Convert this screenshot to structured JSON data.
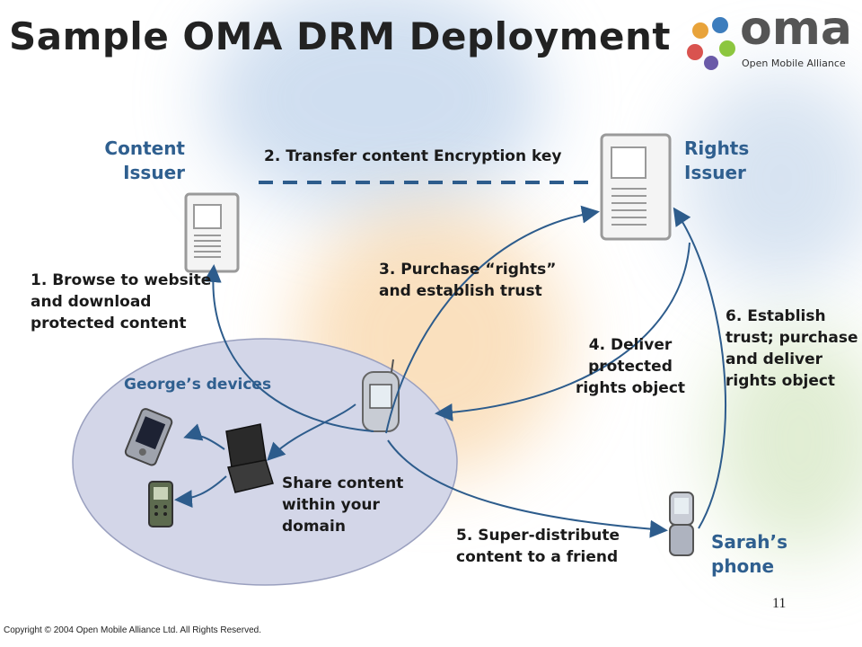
{
  "title": "Sample OMA DRM Deployment",
  "logo": {
    "wordmark": "oma",
    "subtitle": "Open Mobile Alliance",
    "colors": [
      "#e8a33a",
      "#3d7dbd",
      "#8cc63f",
      "#d9534f"
    ]
  },
  "nodes": {
    "content_issuer": "Content\nIssuer",
    "rights_issuer": "Rights\nIssuer",
    "georges_devices": "George’s devices",
    "sarahs_phone": "Sarah’s\nphone"
  },
  "steps": {
    "s1": "1. Browse to website\nand download\nprotected content",
    "s2": "2. Transfer content Encryption key",
    "s3": "3. Purchase “rights”\nand establish trust",
    "s4": "4. Deliver\nprotected\nrights object",
    "s5": "5. Super-distribute\ncontent to a friend",
    "s6": "6. Establish\ntrust; purchase\nand deliver\nrights object",
    "share": "Share content\nwithin your\ndomain"
  },
  "colors": {
    "arrow": "#2d5c8c",
    "label_blue": "#2f5f8f",
    "domain_fill": "#d3d6e8",
    "server_gray": "#9a9a9a"
  },
  "footer": {
    "copyright": "Copyright © 2004 Open Mobile Alliance Ltd. All Rights Reserved.",
    "page_number": "11"
  }
}
